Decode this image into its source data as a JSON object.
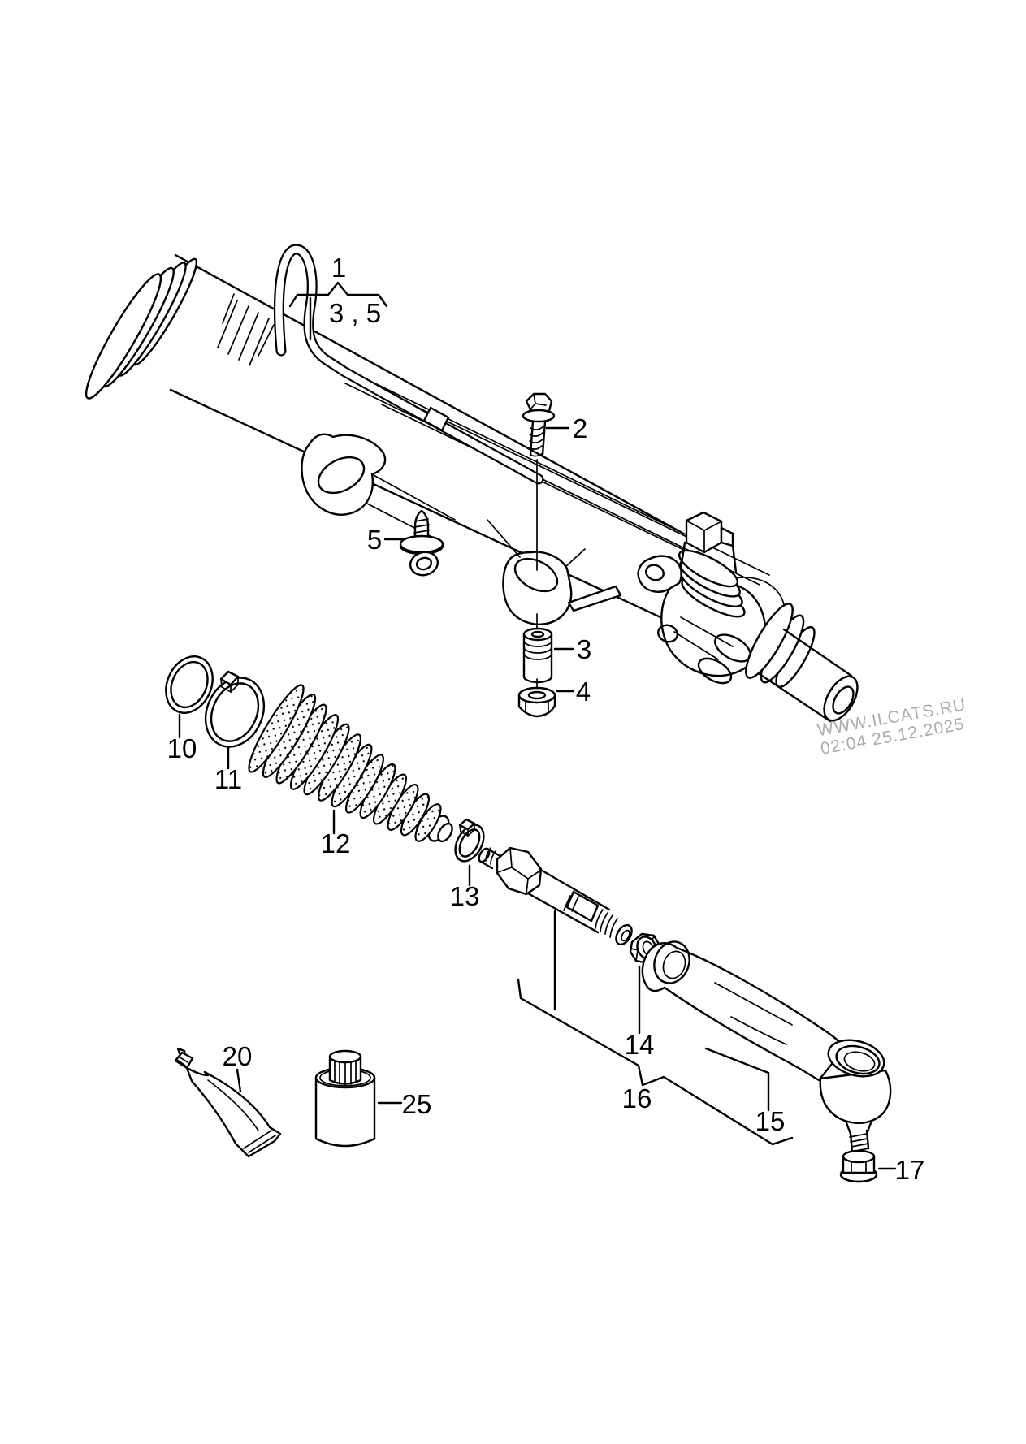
{
  "diagram": {
    "background": "#ffffff",
    "line_color": "#000000",
    "watermark": {
      "line1": "WWW.ILCATS.RU",
      "line2": "02:04 25.12.2025",
      "color": "#ababab",
      "rotation_deg": -10
    },
    "callouts": {
      "c1": "1",
      "c35": "3 , 5",
      "c2": "2",
      "c3": "3",
      "c4": "4",
      "c5": "5",
      "c10": "10",
      "c11": "11",
      "c12": "12",
      "c13": "13",
      "c14": "14",
      "c15": "15",
      "c16": "16",
      "c17": "17",
      "c20": "20",
      "c25": "25"
    }
  }
}
